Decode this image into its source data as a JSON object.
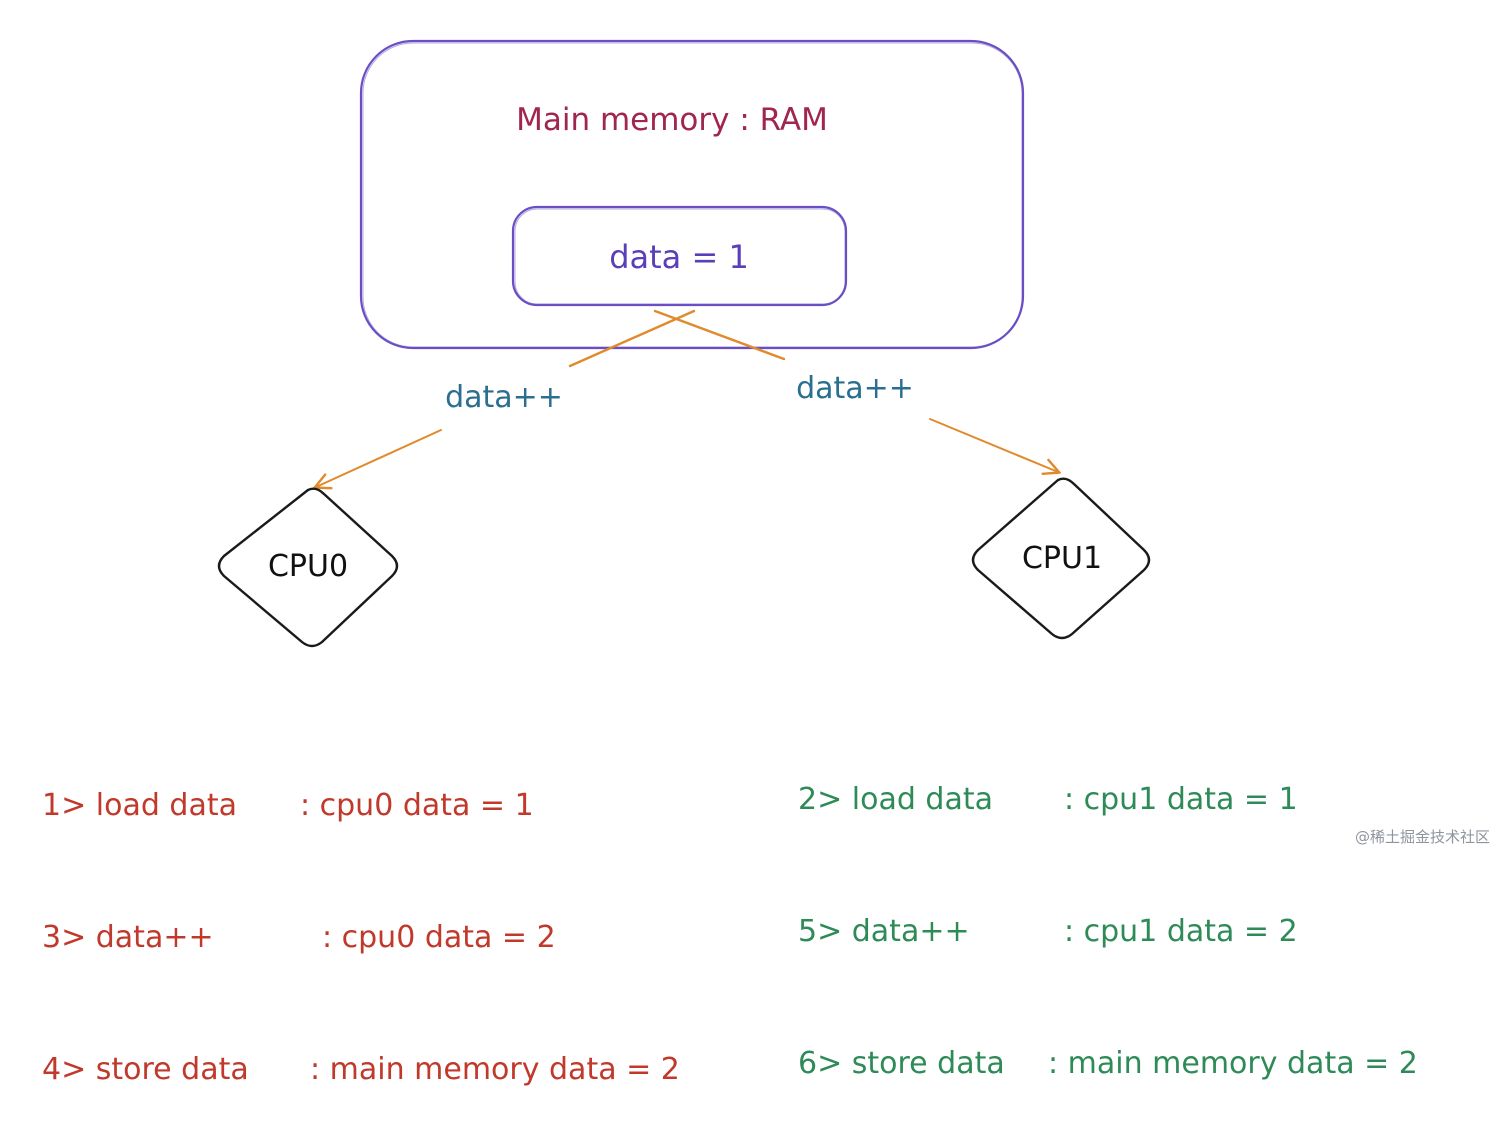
{
  "memory": {
    "title": "Main memory : RAM",
    "value_label": "data = 1"
  },
  "edges": {
    "left_label": "data++",
    "right_label": "data++"
  },
  "cpus": [
    {
      "label": "CPU0"
    },
    {
      "label": "CPU1"
    }
  ],
  "steps_cpu0": [
    {
      "op": "1> load data",
      "result": ": cpu0 data = 1"
    },
    {
      "op": "3> data++",
      "result": ": cpu0 data = 2"
    },
    {
      "op": "4> store data",
      "result": ": main memory data = 2"
    }
  ],
  "steps_cpu1": [
    {
      "op": "2> load data",
      "result": ": cpu1 data = 1"
    },
    {
      "op": "5> data++",
      "result": ": cpu1 data = 2"
    },
    {
      "op": "6> store data",
      "result": ": main memory data = 2"
    }
  ],
  "watermark": "@稀土掘金技术社区",
  "colors": {
    "memory_border": "#6a4fc4",
    "memory_title": "#a0264f",
    "data_text": "#5a3fb8",
    "arrow": "#e08a2c",
    "edge_label": "#2a6f8f",
    "cpu_border": "#1a1a1a",
    "cpu0_steps": "#c0392b",
    "cpu1_steps": "#2e8b57"
  }
}
